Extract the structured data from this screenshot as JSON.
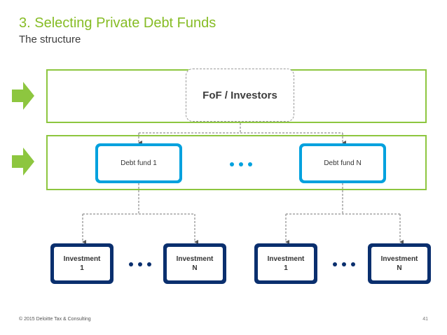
{
  "header": {
    "title": "3. Selecting Private Debt Funds",
    "subtitle": "The structure"
  },
  "diagram": {
    "top_node": "FoF / Investors",
    "funds": [
      "Debt fund 1",
      "Debt fund N"
    ],
    "investments": [
      {
        "line1": "Investment",
        "line2": "1"
      },
      {
        "line1": "Investment",
        "line2": "N"
      },
      {
        "line1": "Investment",
        "line2": "1"
      },
      {
        "line1": "Investment",
        "line2": "N"
      }
    ],
    "colors": {
      "accent_green": "#86bc25",
      "fund_blue": "#00a1de",
      "investment_navy": "#0a2f6e"
    }
  },
  "footer": {
    "copyright": "© 2015 Deloitte Tax & Consulting",
    "page": "41"
  }
}
